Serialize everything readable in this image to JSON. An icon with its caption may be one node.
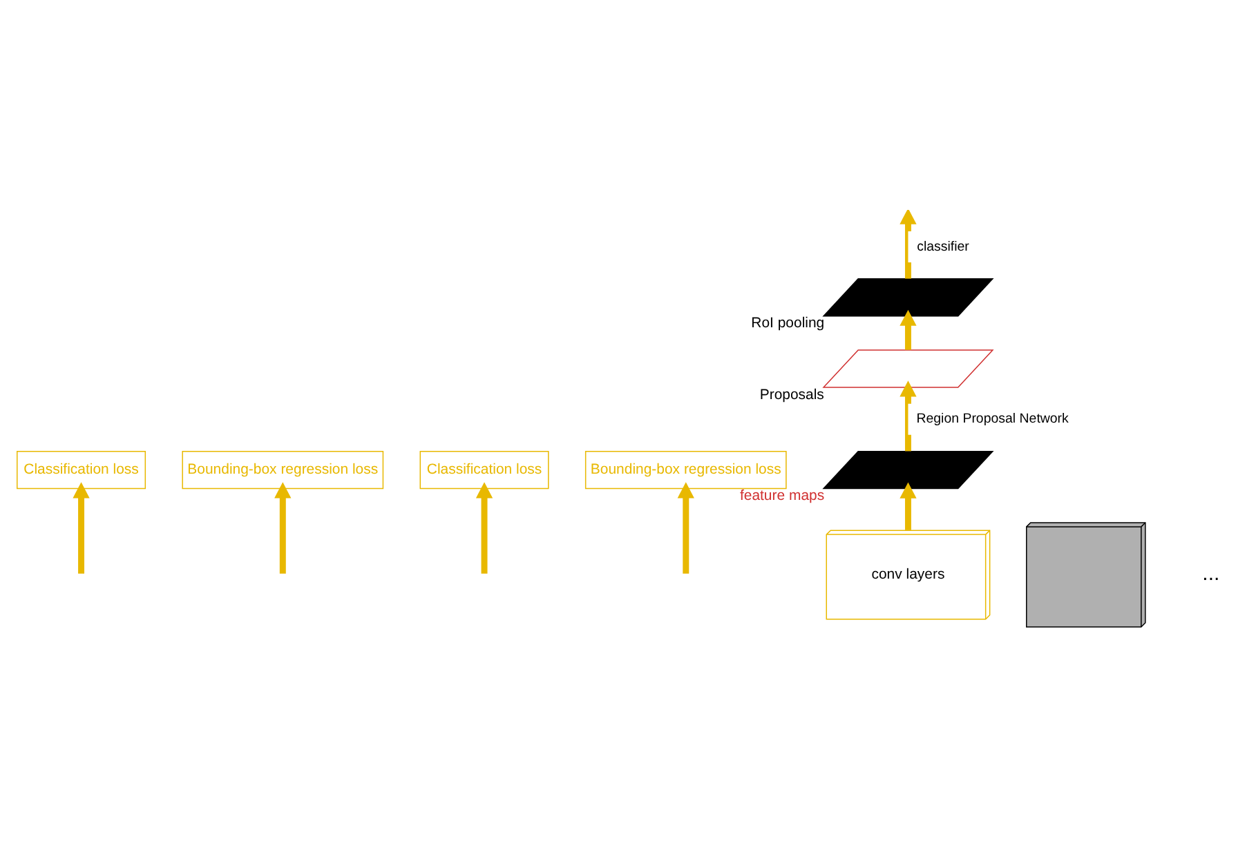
{
  "diagram": {
    "nodes": [
      {
        "text": [
          "Classification loss"
        ]
      },
      {
        "text": [
          "Bounding-box regression loss"
        ]
      },
      {
        "text": [
          "Classification loss"
        ]
      },
      {
        "text": [
          "Bounding-box regression loss"
        ]
      },
      {
        "text": [
          "RoI pooling"
        ]
      },
      {
        "text": [
          "Proposals"
        ]
      },
      {
        "text": [
          "feature maps"
        ]
      },
      {
        "text": [
          "conv layers"
        ]
      },
      {
        "text": [],
        "shape": "box"
      }
    ],
    "edges": [
      {
        "from": 7,
        "to": 6,
        "arrow": "to"
      },
      {
        "from": 6,
        "to": 5,
        "arrow": "to",
        "label": "Region Proposal Network"
      },
      {
        "from": 5,
        "to": 4,
        "arrow": "to"
      },
      {
        "from": 4,
        "to": null,
        "arrow": "to",
        "label": "classifier"
      },
      {
        "from": null,
        "to": 0,
        "arrow": "to"
      },
      {
        "from": null,
        "to": 1,
        "arrow": "to"
      },
      {
        "from": null,
        "to": 2,
        "arrow": "to"
      },
      {
        "from": null,
        "to": 3,
        "arrow": "to"
      }
    ],
    "labels": [
      "..."
    ]
  }
}
